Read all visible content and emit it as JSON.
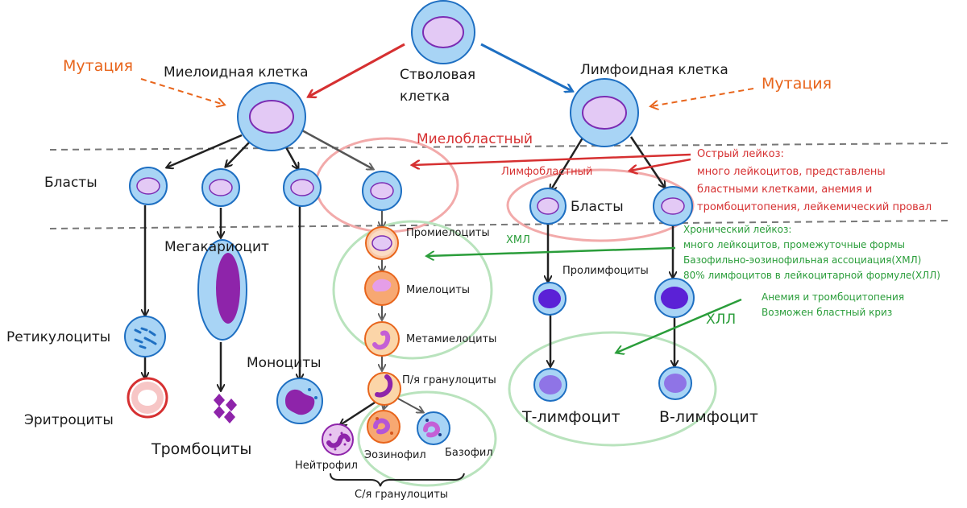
{
  "labels": {
    "stem": [
      "Стволовая",
      "клетка"
    ],
    "myeloid": "Миелоидная клетка",
    "lymphoid": "Лимфоидная клетка",
    "mutation_left": "Мутация",
    "mutation_right": "Мутация",
    "blasts_left": "Бласты",
    "blasts_right": "Бласты",
    "megakaryocyte": "Мегакариоцит",
    "reticulocytes": "Ретикулоциты",
    "erythrocytes": "Эритроциты",
    "thrombocytes": "Тромбоциты",
    "monocytes": "Моноциты",
    "promyelocytes": "Промиелоциты",
    "myelocytes": "Миелоциты",
    "metamyelocytes": "Метамиелоциты",
    "band_granulocytes": "П/я гранулоциты",
    "neutrophil": "Нейтрофил",
    "eosinophil": "Эозинофил",
    "basophil": "Базофил",
    "segmented_granulocytes": "С/я гранулоциты",
    "prolymphocytes": "Пролимфоциты",
    "t_lymphocyte": "Т-лимфоцит",
    "b_lymphocyte": "В-лимфоцит",
    "myeloblastic": "Миелобластный",
    "lymphoblastic": "Лимфобластный",
    "cml": "ХМЛ",
    "cll": "ХЛЛ"
  },
  "notes": {
    "acute": [
      "Острый лейкоз:",
      "много лейкоцитов, представлены",
      "бластными клетками, анемия и",
      "тромбоцитопения, лейкемический провал"
    ],
    "chronic": [
      "Хронический лейкоз:",
      "много лейкоцитов, промежуточные формы",
      "Базофильно-эозинофильная ассоциация(ХМЛ)",
      "80% лимфоцитов в лейкоцитарной формуле(ХЛЛ)"
    ],
    "anemia": [
      "Анемия и тромбоцитопения",
      "Возможен бластный криз"
    ]
  },
  "colors": {
    "red": "#d63031",
    "orange": "#e8651c",
    "green": "#2a9d3a",
    "blue": "#1e6fc2",
    "cell_fill": "#a8d4f5",
    "nucleus": "#d9b8f0",
    "purple": "#8e24aa"
  }
}
